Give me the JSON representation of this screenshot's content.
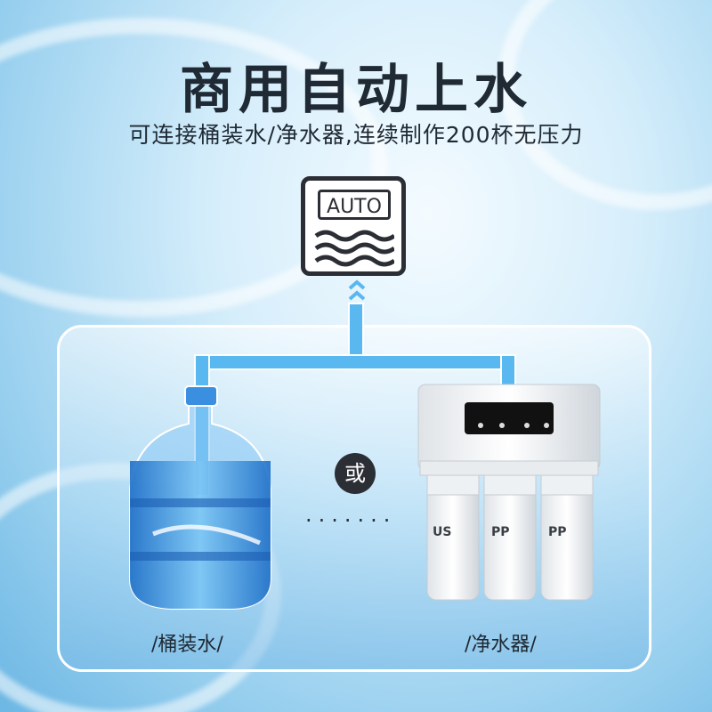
{
  "header": {
    "title": "商用自动上水",
    "subtitle": "可连接桶装水/净水器,连续制作200杯无压力"
  },
  "auto_icon": {
    "label": "AUTO",
    "icon": "water-tank-icon"
  },
  "separator": {
    "label": "或",
    "dots": "·······"
  },
  "sources": {
    "left_caption": "/桶装水/",
    "right_caption": "/净水器/"
  },
  "purifier": {
    "filters": [
      "US",
      "PP",
      "PP"
    ]
  },
  "colors": {
    "accent_blue": "#5ab8f0",
    "dark": "#2b2f35"
  }
}
